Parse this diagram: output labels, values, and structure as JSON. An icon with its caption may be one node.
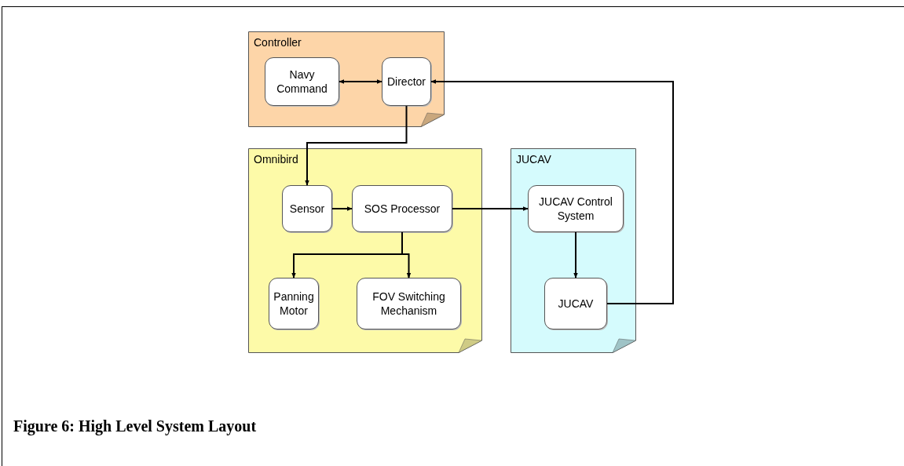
{
  "diagram": {
    "caption": "Figure 6: High Level System Layout",
    "nodes": [
      {
        "text": [
          "Controller"
        ]
      },
      {
        "text": [
          "Navy Command"
        ],
        "in": 0
      },
      {
        "text": [
          "Director"
        ],
        "in": 0
      },
      {
        "text": [
          "Omnibird"
        ]
      },
      {
        "text": [
          "Sensor"
        ],
        "in": 3
      },
      {
        "text": [
          "SOS Processor"
        ],
        "in": 3
      },
      {
        "text": [
          "Panning Motor"
        ],
        "in": 3
      },
      {
        "text": [
          "FOV Switching Mechanism"
        ],
        "in": 3
      },
      {
        "text": [
          "JUCAV"
        ]
      },
      {
        "text": [
          "JUCAV Control System"
        ],
        "in": 8
      },
      {
        "text": [
          "JUCAV"
        ],
        "in": 8
      }
    ],
    "edges": [
      {
        "from": 1,
        "to": 2,
        "arrow": "both"
      },
      {
        "from": 2,
        "to": 4,
        "arrow": "to"
      },
      {
        "from": 4,
        "to": 5,
        "arrow": "to"
      },
      {
        "from": 5,
        "to": 9,
        "arrow": "to"
      },
      {
        "from": 5,
        "to": 6,
        "arrow": "to"
      },
      {
        "from": 5,
        "to": 7,
        "arrow": "to"
      },
      {
        "from": 9,
        "to": 10,
        "arrow": "to"
      },
      {
        "from": 10,
        "to": 2,
        "arrow": "to"
      }
    ]
  }
}
